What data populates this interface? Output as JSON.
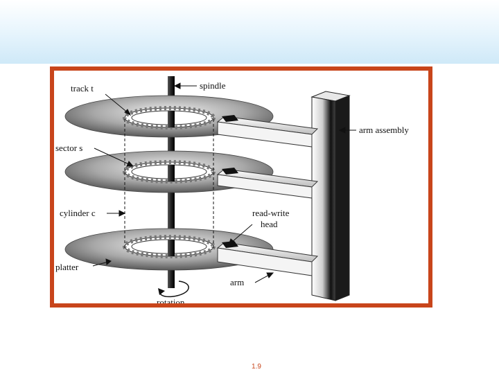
{
  "slide": {
    "page_number": "1.9"
  },
  "diagram": {
    "labels": {
      "track": "track t",
      "spindle": "spindle",
      "sector": "sector s",
      "arm_assembly": "arm assembly",
      "cylinder": "cylinder c",
      "read_write_head_line1": "read-write",
      "read_write_head_line2": "head",
      "platter": "platter",
      "arm": "arm",
      "rotation": "rotation"
    }
  }
}
